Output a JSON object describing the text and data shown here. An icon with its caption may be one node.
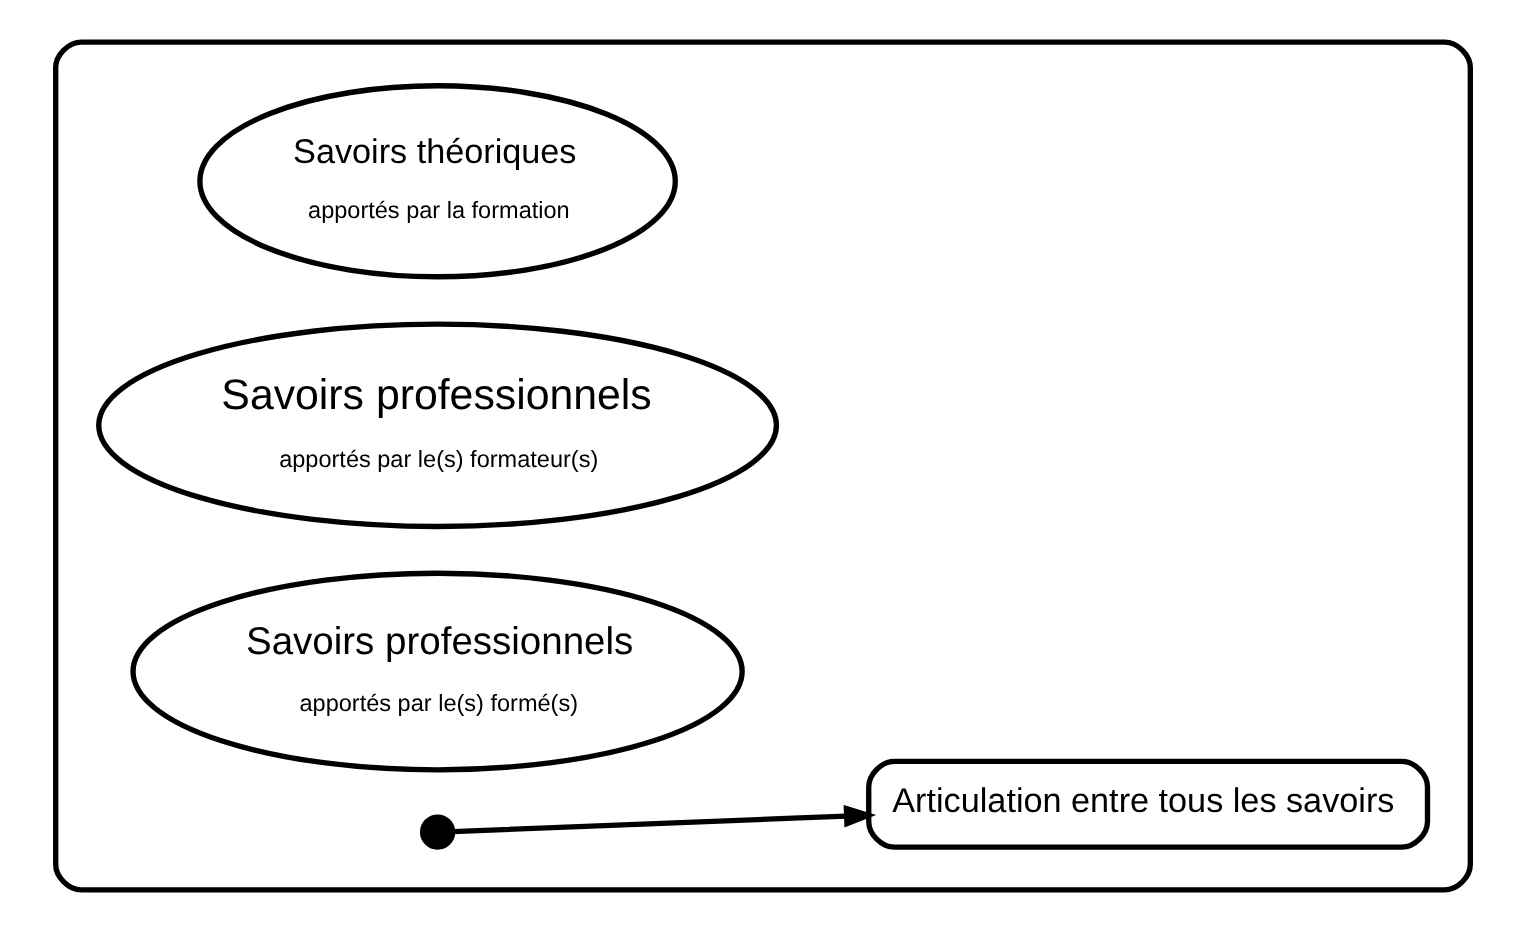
{
  "diagram": {
    "nodes": [
      {
        "text": [],
        "shape": "box"
      },
      {
        "text": [
          "Savoirs théoriques",
          "apportés par la formation"
        ],
        "in": 0
      },
      {
        "text": [
          "Savoirs professionnels",
          "apportés par le(s) formateur(s)"
        ],
        "in": 0
      },
      {
        "text": [
          "Savoirs professionnels",
          "apportés par le(s) formé(s)"
        ],
        "in": 0
      },
      {
        "text": [],
        "shape": "circle",
        "in": 0
      },
      {
        "text": [
          "Articulation entre tous les savoirs"
        ],
        "in": 0
      }
    ],
    "edges": [
      {
        "from": 4,
        "to": 5,
        "arrow": "to"
      }
    ]
  }
}
